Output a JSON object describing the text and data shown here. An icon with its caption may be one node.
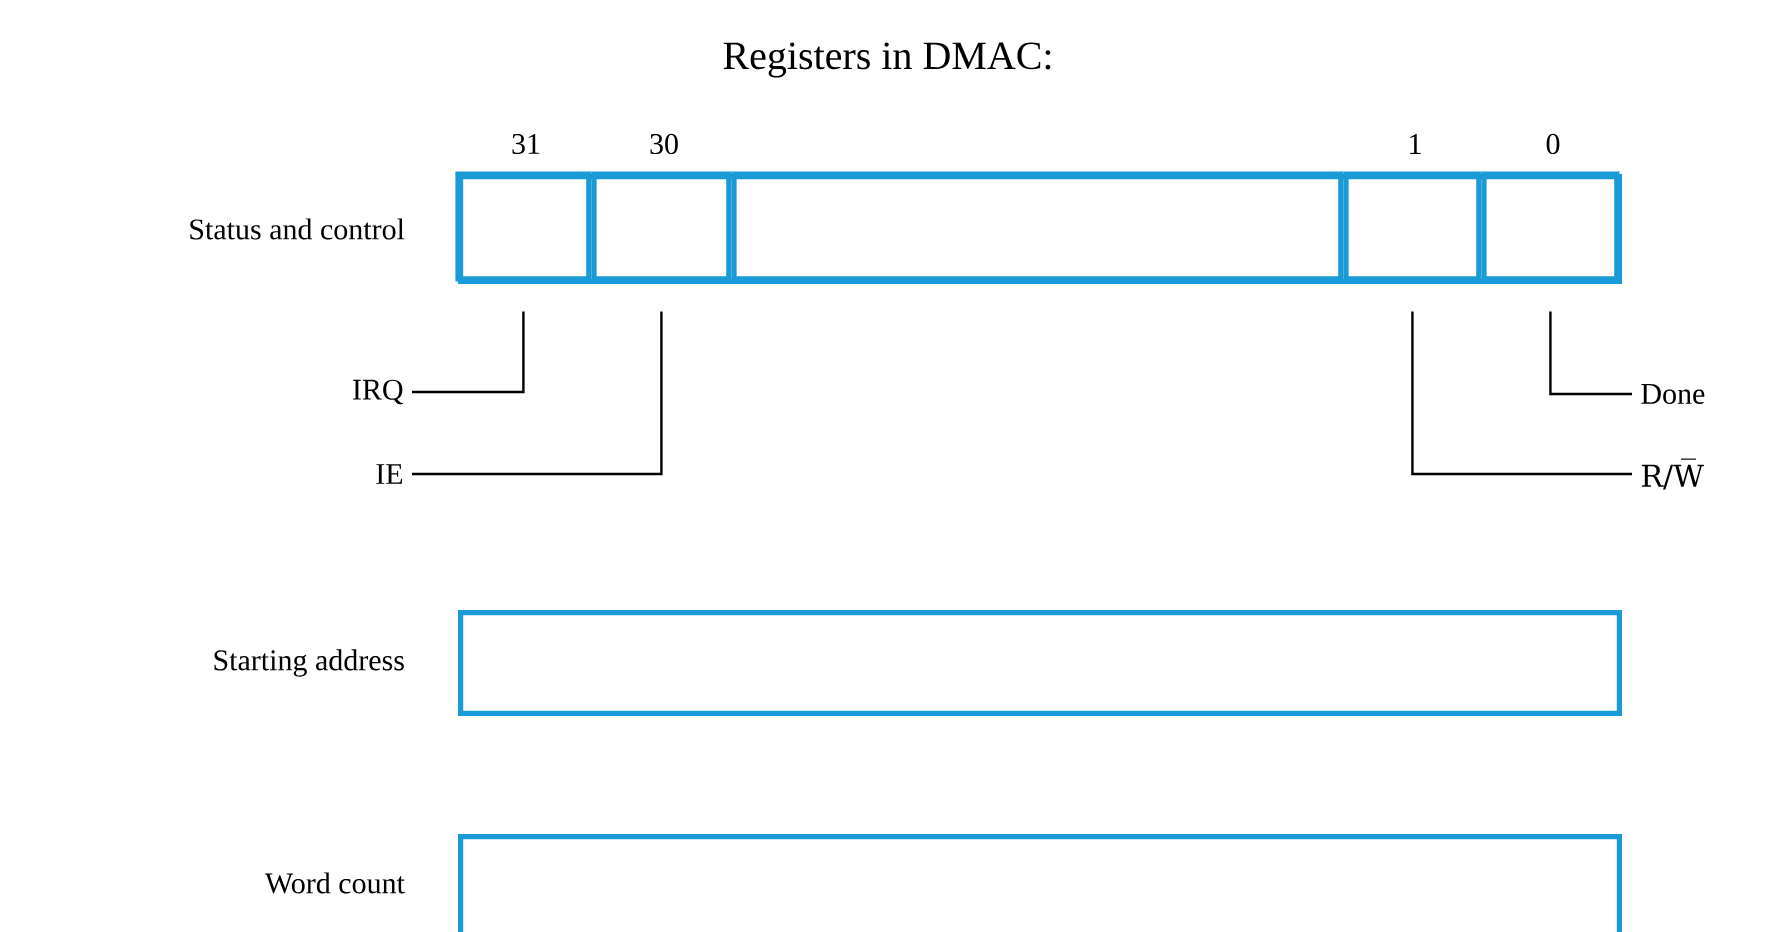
{
  "diagram": {
    "title": "Registers in DMAC:",
    "nodes": [
      {
        "text": [],
        "shape": "box",
        "beside": [
          "Status and control"
        ]
      },
      {
        "text": [],
        "shape": "box",
        "in": 0,
        "beside": [
          "31"
        ]
      },
      {
        "text": [],
        "shape": "box",
        "in": 0,
        "beside": [
          "30"
        ]
      },
      {
        "text": [],
        "shape": "box",
        "in": 0
      },
      {
        "text": [],
        "shape": "box",
        "in": 0,
        "beside": [
          "1"
        ]
      },
      {
        "text": [],
        "shape": "box",
        "in": 0,
        "beside": [
          "0"
        ]
      },
      {
        "text": [
          "IRQ"
        ]
      },
      {
        "text": [
          "Done"
        ]
      },
      {
        "text": [
          "IE"
        ]
      },
      {
        "text": [
          "R/W̅"
        ]
      },
      {
        "text": [],
        "shape": "box",
        "beside": [
          "Starting address"
        ]
      },
      {
        "text": [],
        "shape": "box",
        "beside": [
          "Word count"
        ]
      }
    ],
    "edges": [
      {
        "from": 6,
        "to": 1,
        "arrow": "none"
      },
      {
        "from": 7,
        "to": 5,
        "arrow": "none"
      },
      {
        "from": 8,
        "to": 2,
        "arrow": "none"
      },
      {
        "from": 9,
        "to": 4,
        "arrow": "none"
      }
    ]
  }
}
